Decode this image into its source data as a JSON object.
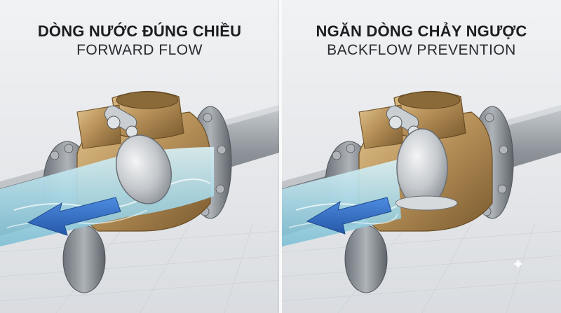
{
  "panels": [
    {
      "title": "DÒNG NƯỚC ĐÚNG CHIỀU",
      "subtitle": "FORWARD FLOW",
      "state": "open",
      "flow_arrow": "arrow-left-icon"
    },
    {
      "title": "NGĂN DÒNG CHẢY NGƯỢC",
      "subtitle": "BACKFLOW PREVENTION",
      "state": "closed",
      "flow_arrow": "arrow-left-icon"
    }
  ],
  "colors": {
    "brass": "#b8925a",
    "water": "#a8d8e6",
    "arrow": "#2f6fc4",
    "pipe": "#9aa0a6"
  },
  "watermark_icon": "sparkle-icon"
}
